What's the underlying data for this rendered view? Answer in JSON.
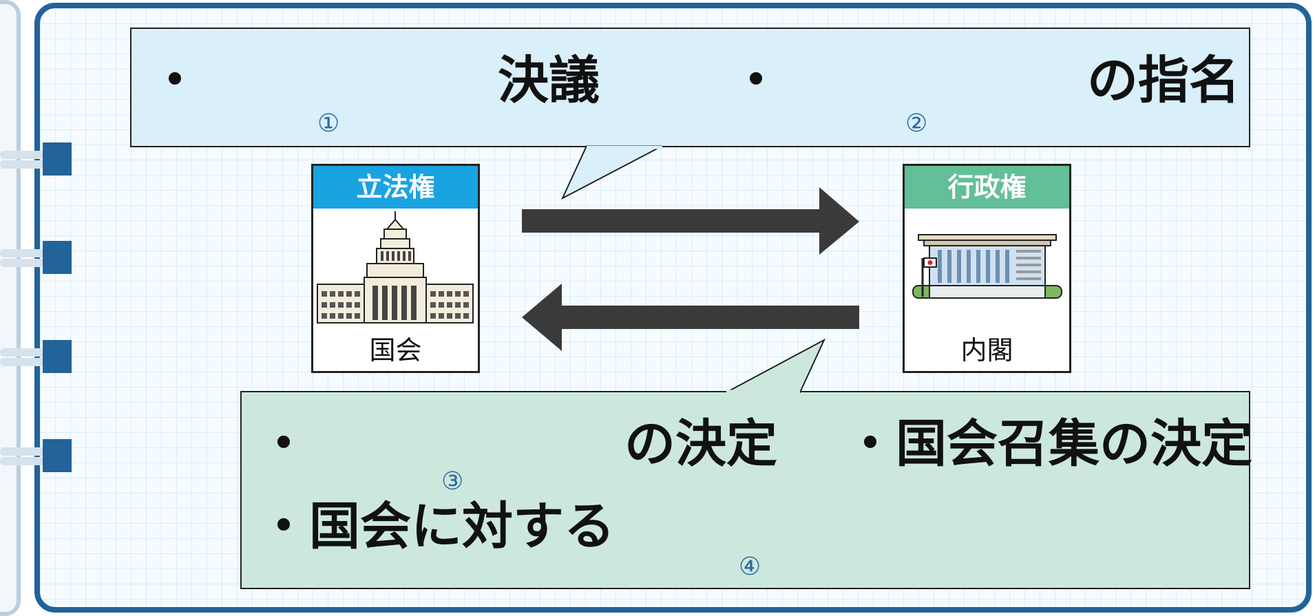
{
  "top_callout": {
    "line_left": {
      "bullet": "・",
      "text": "決議"
    },
    "line_right": {
      "bullet": "・",
      "text": "の指名"
    },
    "num_1": "①",
    "num_2": "②"
  },
  "bottom_callout": {
    "line_1_left": {
      "bullet": "・",
      "text": "の決定"
    },
    "line_1_right": {
      "bullet": "・",
      "text": "国会召集の決定"
    },
    "line_2": {
      "bullet": "・",
      "text": "国会に対する"
    },
    "num_3": "③",
    "num_4": "④"
  },
  "left_card": {
    "header": "立法権",
    "caption": "国会",
    "icon": "diet-building-icon"
  },
  "right_card": {
    "header": "行政権",
    "caption": "内閣",
    "icon": "cabinet-office-icon"
  },
  "colors": {
    "frame": "#22639a",
    "legislative": "#19a3e1",
    "executive": "#63bf98",
    "top_callout_fill": "#d9effa",
    "bottom_callout_fill": "#cce8dc",
    "arrow": "#3a3a3a"
  }
}
